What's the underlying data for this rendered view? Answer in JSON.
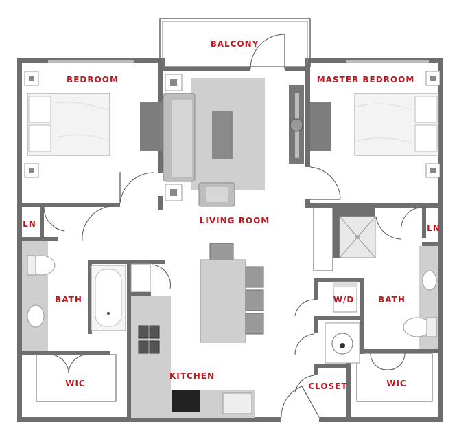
{
  "rooms": {
    "balcony": "BALCONY",
    "bedroom": "BEDROOM",
    "master_bedroom": "MASTER BEDROOM",
    "living_room": "LIVING ROOM",
    "ln_left": "LN",
    "ln_right": "LN",
    "bath_left": "BATH",
    "bath_right": "BATH",
    "wd": "W/D",
    "wic_left": "WIC",
    "wic_right": "WIC",
    "kitchen": "KITCHEN",
    "closet": "CLOSET"
  },
  "colors": {
    "label": "#c0161f",
    "wall": "#6e6e6e",
    "counter": "#d2d2d2",
    "wood": "#7d7d7d",
    "rug": "#cfcfcf"
  }
}
